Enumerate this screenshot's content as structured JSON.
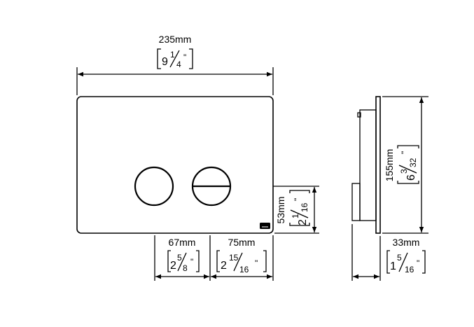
{
  "dimensions": {
    "width": {
      "mm": "235mm",
      "whole": "9",
      "num": "1",
      "den": "4",
      "inch": "\""
    },
    "button_left": {
      "mm": "67mm",
      "whole": "2",
      "num": "5",
      "den": "8",
      "inch": "\""
    },
    "button_right": {
      "mm": "75mm",
      "whole": "2",
      "num": "15",
      "den": "16",
      "inch": "\""
    },
    "button_height": {
      "mm": "53mm",
      "whole": "2",
      "num": "1",
      "den": "16",
      "inch": "\""
    },
    "height": {
      "mm": "155mm",
      "whole": "6",
      "num": "3",
      "den": "32",
      "inch": "\""
    },
    "depth": {
      "mm": "33mm",
      "whole": "1",
      "num": "5",
      "den": "16",
      "inch": "\""
    }
  }
}
